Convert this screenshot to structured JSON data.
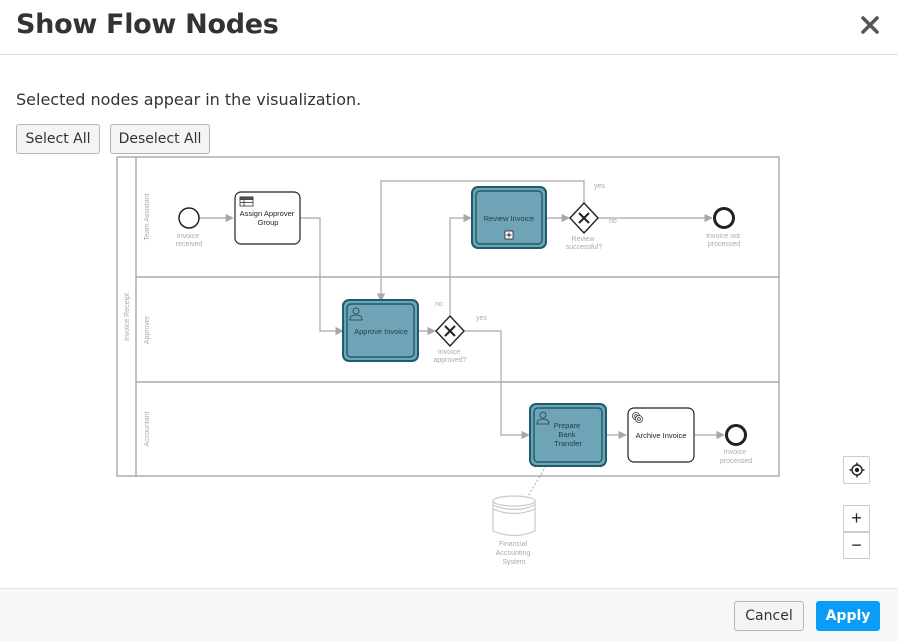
{
  "header": {
    "title": "Show Flow Nodes",
    "close_icon": "close-icon"
  },
  "description": "Selected nodes appear in the visualization.",
  "toolbar": {
    "select_all": "Select All",
    "deselect_all": "Deselect All"
  },
  "diagram": {
    "pool": "Invoice Receipt",
    "lanes": [
      "Team Assistant",
      "Approver",
      "Accountant"
    ],
    "nodes": {
      "invoice_received": [
        "Invoice",
        "received"
      ],
      "assign_approver": [
        "Assign Approver",
        "Group"
      ],
      "review_invoice": "Review Invoice",
      "review_successful": [
        "Review",
        "successful?"
      ],
      "invoice_not_processed": [
        "Invoice not",
        "processed"
      ],
      "approve_invoice": "Approve Invoice",
      "invoice_approved": [
        "Invoice",
        "approved?"
      ],
      "prepare_transfer": [
        "Prepare",
        "Bank",
        "Transfer"
      ],
      "archive_invoice": "Archive Invoice",
      "invoice_processed": [
        "Invoice",
        "processed"
      ],
      "financial_system": [
        "Financial",
        "Accounting",
        "System"
      ]
    },
    "flow_labels": {
      "yes_top": "yes",
      "no_review": "no",
      "no_approve": "no",
      "yes_approve": "yes"
    },
    "selected_fill": "#6fa3b6",
    "selected_stroke": "#1d5c6e"
  },
  "zoom_controls": {
    "reset": "⌖",
    "zoom_in": "+",
    "zoom_out": "−"
  },
  "footer": {
    "cancel": "Cancel",
    "apply": "Apply"
  },
  "colors": {
    "apply": "#0c9bf5"
  }
}
